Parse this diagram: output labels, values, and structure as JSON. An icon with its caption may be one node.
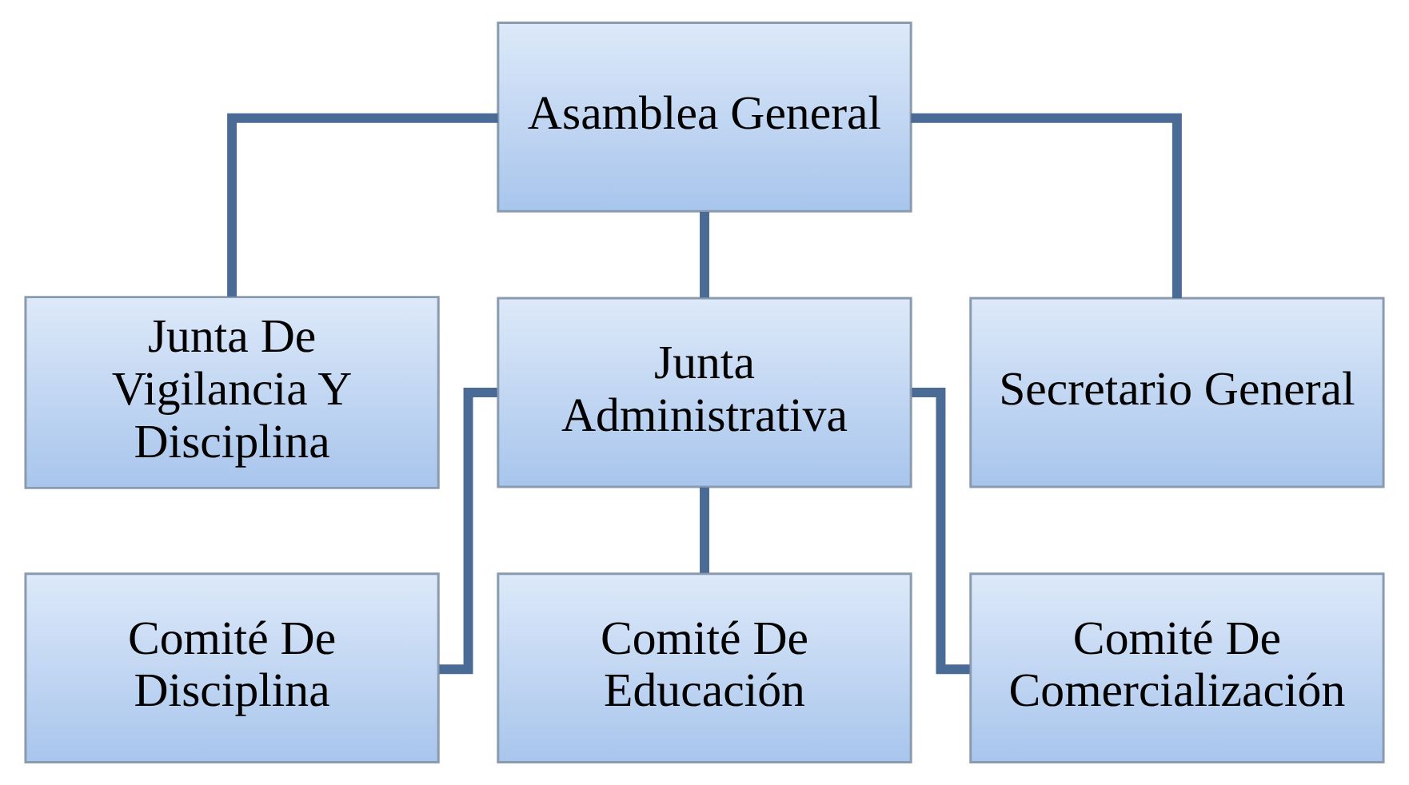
{
  "diagram": {
    "nodes": [
      {
        "text": [
          "Asamblea General"
        ]
      },
      {
        "text": [
          "Junta De Vigilancia Y Disciplina"
        ]
      },
      {
        "text": [
          "Junta Administrativa"
        ]
      },
      {
        "text": [
          "Secretario General"
        ]
      },
      {
        "text": [
          "Comité De Disciplina"
        ]
      },
      {
        "text": [
          "Comité De Educación"
        ]
      },
      {
        "text": [
          "Comité De Comercialización"
        ]
      }
    ],
    "edges": [
      {
        "from": 0,
        "to": 1,
        "arrow": "none"
      },
      {
        "from": 0,
        "to": 2,
        "arrow": "none"
      },
      {
        "from": 0,
        "to": 3,
        "arrow": "none"
      },
      {
        "from": 2,
        "to": 4,
        "arrow": "none"
      },
      {
        "from": 2,
        "to": 5,
        "arrow": "none"
      },
      {
        "from": 2,
        "to": 6,
        "arrow": "none"
      }
    ]
  }
}
